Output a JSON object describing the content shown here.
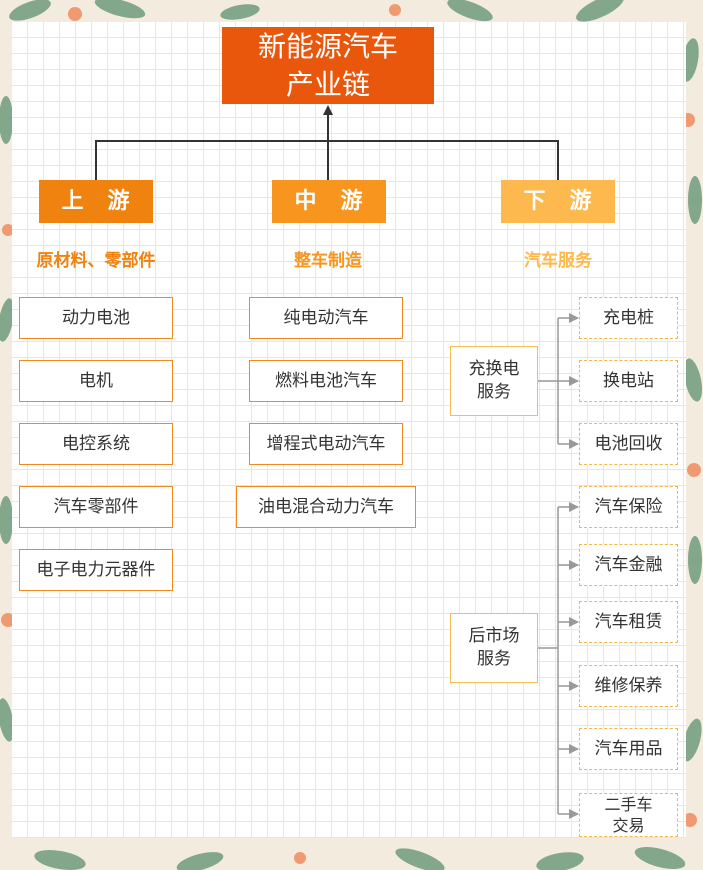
{
  "title": "新能源汽车\n产业链",
  "colors": {
    "title_bg": "#e8570c",
    "upstream": "#f0820f",
    "midstream": "#f7951f",
    "downstream": "#fdb94e",
    "box_border": "#f08a1e",
    "dashed_border": "#f5b549",
    "connector": "#333333",
    "arrow_gray": "#999999"
  },
  "stages": {
    "upstream": {
      "label": "上　游",
      "category": "原材料、零部件",
      "items": [
        "动力电池",
        "电机",
        "电控系统",
        "汽车零部件",
        "电子电力元器件"
      ]
    },
    "midstream": {
      "label": "中　游",
      "category": "整车制造",
      "items": [
        "纯电动汽车",
        "燃料电池汽车",
        "增程式电动汽车",
        "油电混合动力汽车"
      ]
    },
    "downstream": {
      "label": "下　游",
      "category": "汽车服务",
      "groups": [
        {
          "label": "充换电\n服务",
          "items": [
            "充电桩",
            "换电站",
            "电池回收"
          ]
        },
        {
          "label": "后市场\n服务",
          "items": [
            "汽车保险",
            "汽车金融",
            "汽车租赁",
            "维修保养",
            "汽车用品",
            "二手车\n交易"
          ]
        }
      ]
    }
  }
}
